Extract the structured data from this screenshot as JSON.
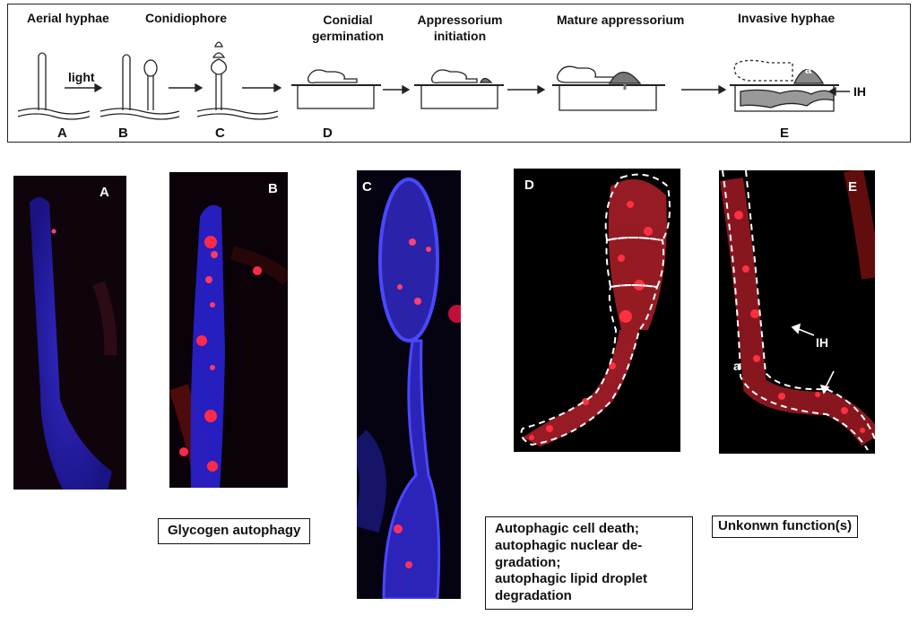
{
  "top_schematic": {
    "stages": [
      {
        "label": "Aerial hyphae",
        "letter": "A"
      },
      {
        "label": "Conidiophore",
        "letter": "B"
      },
      {
        "label": "Conidial germination",
        "letter": "C"
      },
      {
        "label": "Appressorium initiation",
        "letter": "D"
      },
      {
        "label": "Mature appressorium",
        "letter": ""
      },
      {
        "label": "Invasive hyphae",
        "letter": "E"
      }
    ],
    "light_label": "light",
    "ih_label": "IH",
    "appressorium_label": "a"
  },
  "panels": [
    {
      "letter": "A"
    },
    {
      "letter": "B"
    },
    {
      "letter": "C"
    },
    {
      "letter": "D"
    },
    {
      "letter": "E",
      "ih_label": "IH",
      "a_label": "a"
    }
  ],
  "notes": {
    "glycogen": "Glycogen autophagy",
    "cell_death": [
      "Autophagic cell death;",
      "autophagic nuclear de-",
      "gradation;",
      "autophagic lipid droplet",
      "degradation"
    ],
    "unknown": "Unkonwn function(s)"
  },
  "colors": {
    "blue_stain": "#2a2fd0",
    "red_stain": "#e0202a",
    "panel_bg": "#000000"
  }
}
